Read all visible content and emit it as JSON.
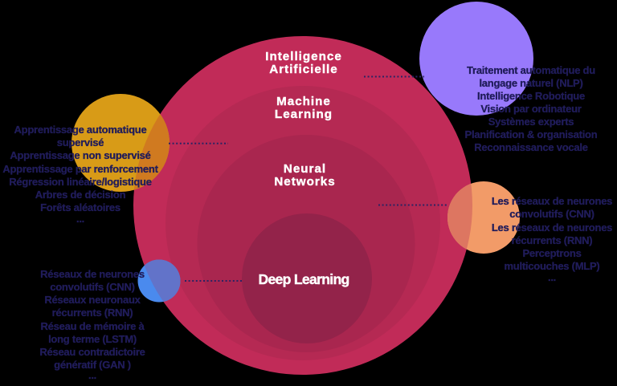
{
  "title": "Diagramme des cercles imbriqués de l'Intelligence Artificielle",
  "colors": {
    "background": "#000000",
    "circle_ai": "#C12B58",
    "circle_ml": "#B52953",
    "circle_nn": "#A9264F",
    "circle_dl": "#93234A",
    "sat_yellow": "#D89B17",
    "sat_yellow_overlap": "#D07A20",
    "sat_purple": "#9879FB",
    "sat_orange": "#F29B68",
    "sat_orange_overlap": "#DD7661",
    "sat_blue": "#4A8AEE",
    "sat_blue_overlap": "#6273C9",
    "center_label_text": "#FFFFFF",
    "satellite_text": "#201C5A",
    "connector_dots": "#2B2363"
  },
  "center_labels": {
    "ai": {
      "line1": "Intelligence",
      "line2": "Artificielle"
    },
    "ml": {
      "line1": "Machine",
      "line2": "Learning"
    },
    "nn": {
      "line1": "Neural",
      "line2": "Networks"
    },
    "dl": {
      "line1": "Deep Learning"
    }
  },
  "blocks": {
    "ml_methods": {
      "lines": {
        "0": "Apprentissage automatique",
        "1": "supervisé",
        "2": "Apprentissage non supervisé",
        "3": "Apprentissage par renforcement",
        "4": "Régression linéaire/logistique",
        "5": "Arbres de décision",
        "6": "Forêts aléatoires",
        "7": "..."
      }
    },
    "ai_applications": {
      "lines": {
        "0": "Traitement automatique du",
        "1": "langage naturel (NLP)",
        "2": "Intelligence Robotique",
        "3": "Vision par ordinateur",
        "4": "Systèmes experts",
        "5": "Planification & organisation",
        "6": "Reconnaissance vocale"
      }
    },
    "nn_types": {
      "lines": {
        "0": "Les réseaux de neurones",
        "1": "convolutifs (CNN)",
        "2": "Les réseaux de neurones",
        "3": "récurrents (RNN)",
        "4": "Perceptrons",
        "5": "multicouches (MLP)",
        "6": "..."
      }
    },
    "dl_types": {
      "lines": {
        "0": "Réseaux de neurones",
        "1": "convolutifs (CNN)",
        "2": "Réseaux neuronaux",
        "3": "récurrents (RNN)",
        "4": "Réseau de mémoire à",
        "5": "long terme (LSTM)",
        "6": "Réseau contradictoire",
        "7": "génératif (GAN )",
        "8": "..."
      }
    }
  }
}
